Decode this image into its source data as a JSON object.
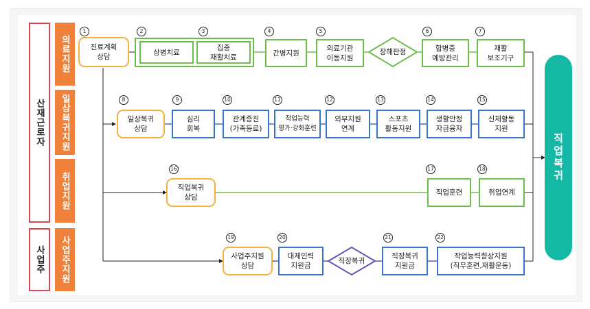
{
  "groups": {
    "worker": "산재근로자",
    "employer": "사업주"
  },
  "categories": {
    "medical": "의료지원",
    "daily": "일상복귀지원",
    "employment": "취업지원",
    "employer_support": "사업주지원"
  },
  "goal": "직업복귀",
  "decisions": {
    "disability": "장해판정",
    "return": "직장복귀"
  },
  "steps": [
    {
      "num": "1",
      "label": "진료계획\n상담"
    },
    {
      "num": "2",
      "label": "상병치료"
    },
    {
      "num": "3",
      "label": "집중\n재활치료"
    },
    {
      "num": "4",
      "label": "간병지원"
    },
    {
      "num": "5",
      "label": "의료기관\n이동지원"
    },
    {
      "num": "6",
      "label": "합병증\n예방관리"
    },
    {
      "num": "7",
      "label": "재활\n보조기구"
    },
    {
      "num": "8",
      "label": "일상복귀\n상담"
    },
    {
      "num": "9",
      "label": "심리\n회복"
    },
    {
      "num": "10",
      "label": "관계증진\n(가족등료)"
    },
    {
      "num": "11",
      "label": "작업능력\n평가·강화훈련"
    },
    {
      "num": "12",
      "label": "외부지원\n연계"
    },
    {
      "num": "13",
      "label": "스포츠\n활동지원"
    },
    {
      "num": "14",
      "label": "생활안정\n자금융자"
    },
    {
      "num": "15",
      "label": "신체활동\n지원"
    },
    {
      "num": "16",
      "label": "직업복귀\n상담"
    },
    {
      "num": "17",
      "label": "직업훈련"
    },
    {
      "num": "18",
      "label": "취업연계"
    },
    {
      "num": "19",
      "label": "사업주지원\n상담"
    },
    {
      "num": "20",
      "label": "대체인력\n지원금"
    },
    {
      "num": "21",
      "label": "직장복귀\n지원금"
    },
    {
      "num": "22",
      "label": "작업능력향상지원\n(직무훈련,재활운동)"
    }
  ],
  "colors": {
    "group_border": "#e0434c",
    "category": "#f0813a",
    "goal": "#14b8a4",
    "green": "#6cbf4b",
    "blue": "#3a74c9",
    "orange": "#f4b13d",
    "purple": "#5c57b5"
  }
}
